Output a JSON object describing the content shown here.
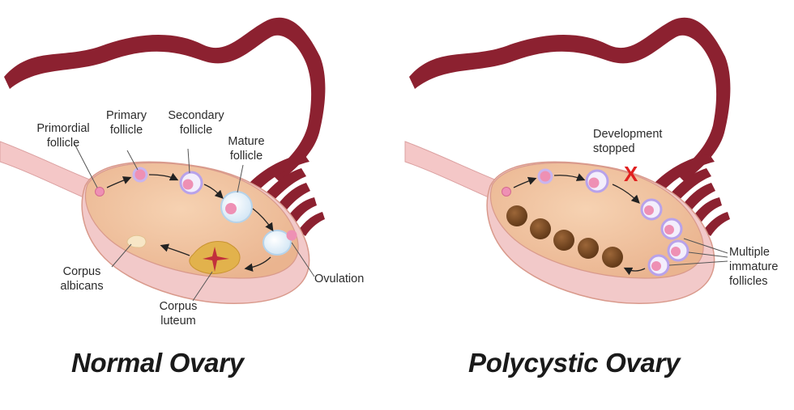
{
  "colors": {
    "ovary_fill": "#f0c4a0",
    "ovary_outline": "#d99a8c",
    "capsule": "#f2c9c9",
    "tube": "#8c2130",
    "ligament": "#f4c7c7",
    "cyst": "#7a4a22",
    "follicle_pink": "#ee90b4",
    "follicle_ring": "#c9b5ee",
    "corpus_luteum": "#e2b24c",
    "arrow": "#222222",
    "x_mark": "#e02020"
  },
  "normal": {
    "title": "Normal Ovary",
    "labels": {
      "primordial": "Primordial\nfollicle",
      "primary": "Primary\nfollicle",
      "secondary": "Secondary\nfollicle",
      "mature": "Mature\nfollicle",
      "ovulation": "Ovulation",
      "luteum": "Corpus\nluteum",
      "albicans": "Corpus\nalbicans"
    }
  },
  "polycystic": {
    "title": "Polycystic Ovary",
    "labels": {
      "development": "Development\nstopped",
      "x_mark": "X",
      "multiple": "Multiple\nimmature\nfollicles"
    }
  }
}
